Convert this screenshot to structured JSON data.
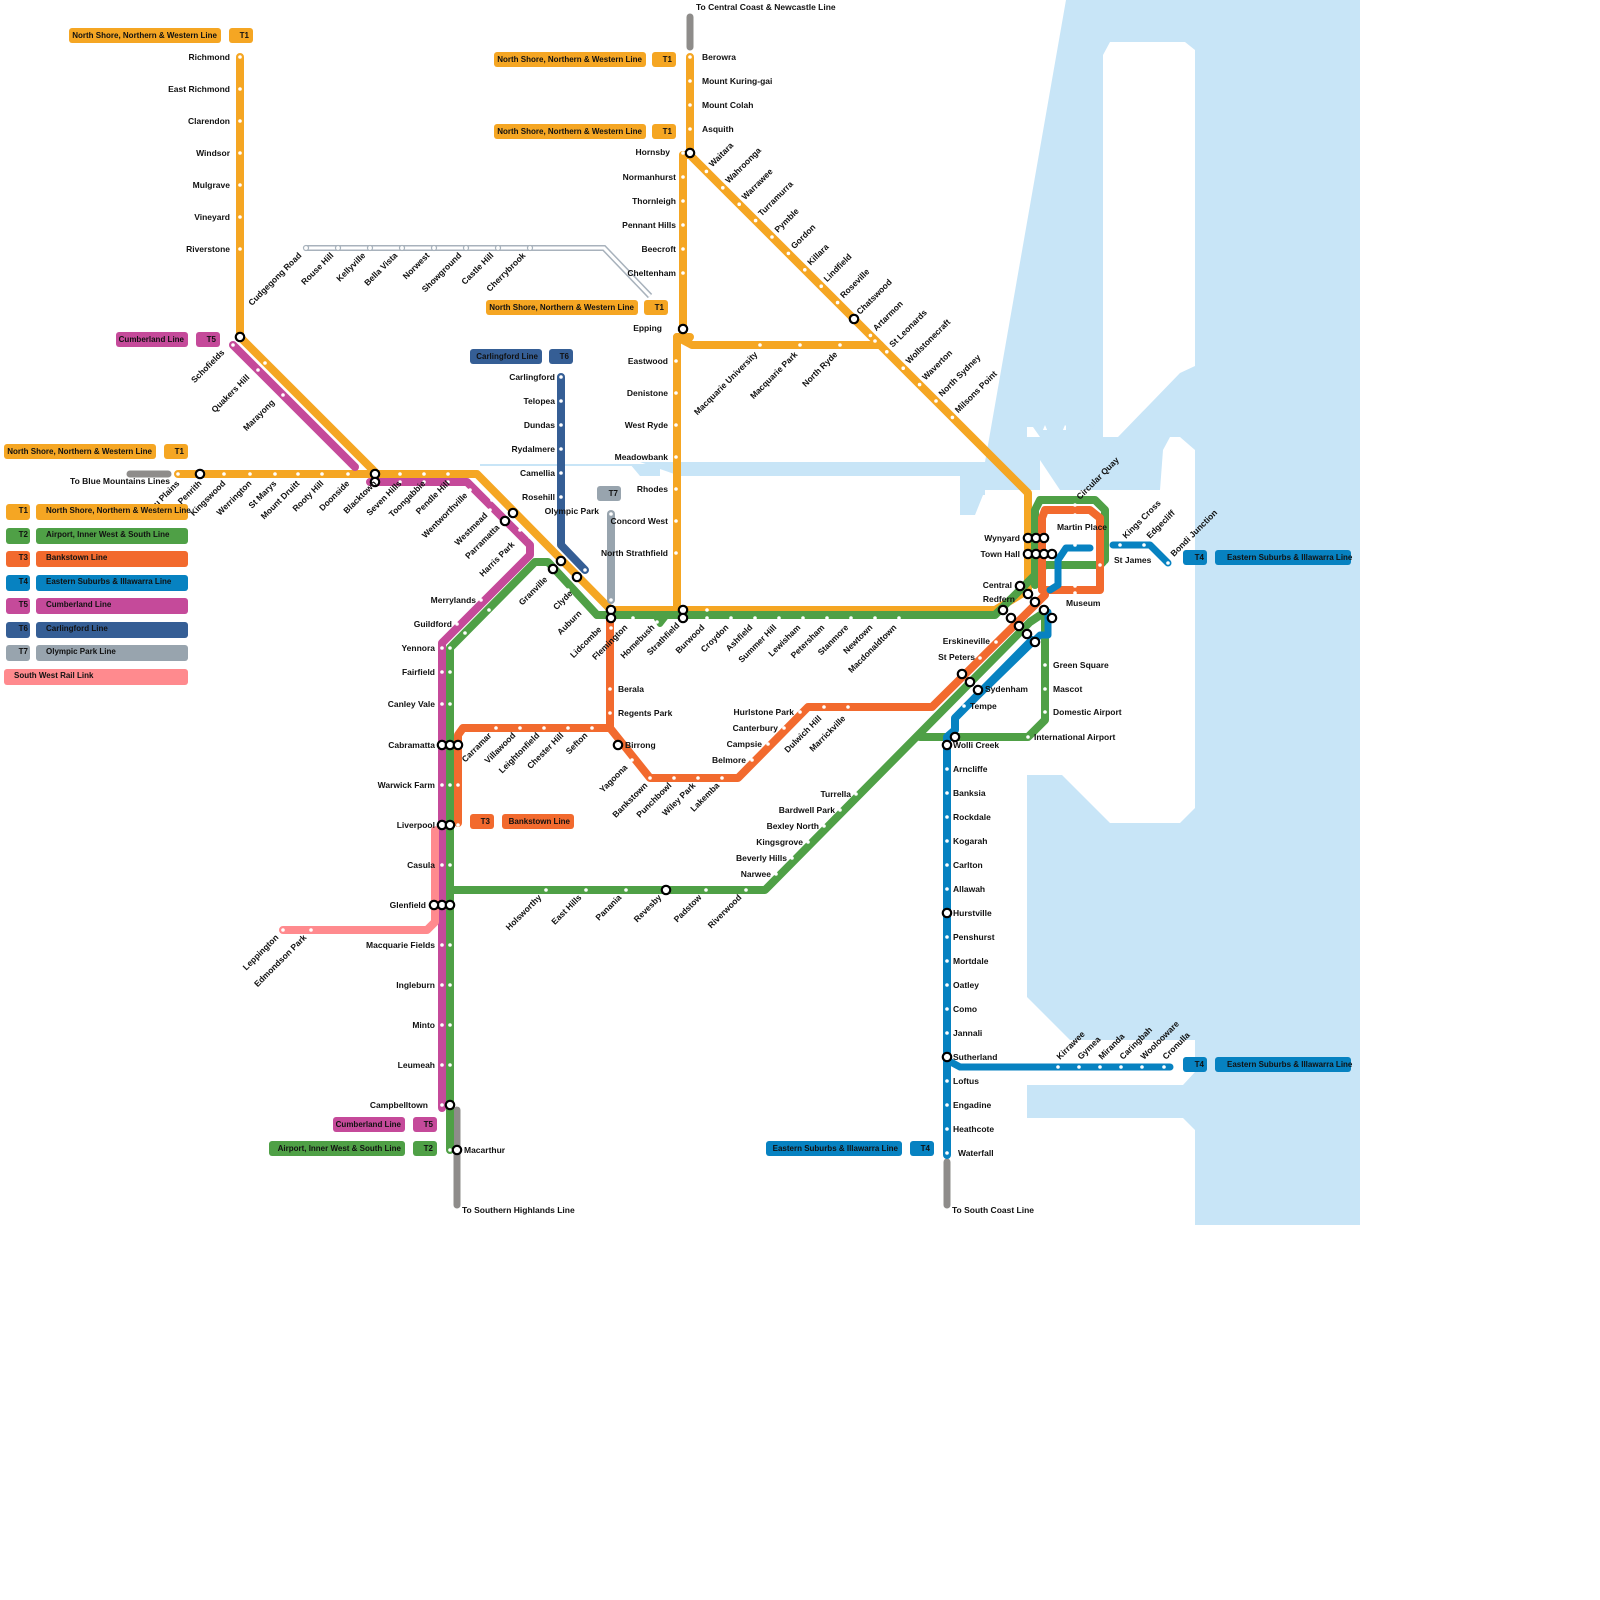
{
  "colors": {
    "T1": "#F5A623",
    "T2": "#4FA046",
    "T3": "#F26A2E",
    "T4": "#0782C1",
    "T5": "#C54A9A",
    "T6": "#355E95",
    "T7": "#98A4AE",
    "SWRL": "#FF8A8E",
    "intercity": "#8E8C8A",
    "metro": "#A8B2BC",
    "water": "#C8E5F7"
  },
  "legend": [
    {
      "code": "T1",
      "name": "North Shore, Northern & Western Line",
      "color_key": "T1"
    },
    {
      "code": "T2",
      "name": "Airport, Inner West & South Line",
      "color_key": "T2"
    },
    {
      "code": "T3",
      "name": "Bankstown Line",
      "color_key": "T3"
    },
    {
      "code": "T4",
      "name": "Eastern Suburbs & Illawarra Line",
      "color_key": "T4"
    },
    {
      "code": "T5",
      "name": "Cumberland Line",
      "color_key": "T5"
    },
    {
      "code": "T6",
      "name": "Carlingford Line",
      "color_key": "T6"
    },
    {
      "code": "T7",
      "name": "Olympic Park Line",
      "color_key": "T7"
    },
    {
      "code": "",
      "name": "South West Rail Link",
      "color_key": "SWRL"
    }
  ],
  "line_badges": [
    {
      "code": "T1",
      "name": "North Shore, Northern & Western Line",
      "color_key": "T1",
      "at": "richmond"
    },
    {
      "code": "T1",
      "name": "North Shore, Northern & Western Line",
      "color_key": "T1",
      "at": "berowra"
    },
    {
      "code": "T1",
      "name": "North Shore, Northern & Western Line",
      "color_key": "T1",
      "at": "asquith"
    },
    {
      "code": "T1",
      "name": "North Shore, Northern & Western Line",
      "color_key": "T1",
      "at": "epping"
    },
    {
      "code": "T1",
      "name": "North Shore, Northern & Western Line",
      "color_key": "T1",
      "at": "emu-plains"
    },
    {
      "code": "T5",
      "name": "Cumberland Line",
      "color_key": "T5",
      "at": "schofields"
    },
    {
      "code": "T6",
      "name": "Carlingford Line",
      "color_key": "T6",
      "at": "carlingford"
    },
    {
      "code": "T7",
      "name": "",
      "color_key": "T7",
      "at": "olympic-park"
    },
    {
      "code": "T3",
      "name": "Bankstown Line",
      "color_key": "T3",
      "at": "liverpool"
    },
    {
      "code": "T5",
      "name": "Cumberland Line",
      "color_key": "T5",
      "at": "campbelltown"
    },
    {
      "code": "T2",
      "name": "Airport, Inner West & South Line",
      "color_key": "T2",
      "at": "macarthur"
    },
    {
      "code": "T4",
      "name": "Eastern Suburbs & Illawarra Line",
      "color_key": "T4",
      "at": "waterfall"
    },
    {
      "code": "T4",
      "name": "Eastern Suburbs & Illawarra Line",
      "color_key": "T4",
      "at": "bondi-junction"
    },
    {
      "code": "T4",
      "name": "Eastern Suburbs & Illawarra Line",
      "color_key": "T4",
      "at": "cronulla"
    }
  ],
  "continuations": [
    {
      "text": "To Central Coast & Newcastle Line"
    },
    {
      "text": "To Blue Mountains Lines"
    },
    {
      "text": "To Southern Highlands Line"
    },
    {
      "text": "To South Coast Line"
    }
  ],
  "stations": {
    "t1_richmond_branch": [
      "Richmond",
      "East Richmond",
      "Clarendon",
      "Windsor",
      "Mulgrave",
      "Vineyard",
      "Riverstone"
    ],
    "t1_western": [
      "Emu Plains",
      "Penrith",
      "Kingswood",
      "Werrington",
      "St Marys",
      "Mount Druitt",
      "Rooty Hill",
      "Doonside",
      "Blacktown",
      "Seven Hills",
      "Toongabbie",
      "Pendle Hill",
      "Wentworthville",
      "Westmead",
      "Parramatta",
      "Harris Park",
      "Granville",
      "Clyde",
      "Auburn",
      "Lidcombe",
      "Flemington",
      "Homebush",
      "Strathfield"
    ],
    "t1_schofields": [
      "Schofields",
      "Quakers Hill",
      "Marayong"
    ],
    "t1_northern": [
      "Berowra",
      "Mount Kuring-gai",
      "Mount Colah",
      "Asquith",
      "Hornsby",
      "Normanhurst",
      "Thornleigh",
      "Pennant Hills",
      "Beecroft",
      "Cheltenham",
      "Epping",
      "Eastwood",
      "Denistone",
      "West Ryde",
      "Meadowbank",
      "Rhodes",
      "Concord West",
      "North Strathfield"
    ],
    "t1_north_shore": [
      "Waitara",
      "Wahroonga",
      "Warrawee",
      "Turramurra",
      "Pymble",
      "Gordon",
      "Killara",
      "Lindfield",
      "Roseville",
      "Chatswood",
      "Artarmon",
      "St Leonards",
      "Wollstonecraft",
      "Waverton",
      "North Sydney",
      "Milsons Point"
    ],
    "epping_chatswood": [
      "Macquarie University",
      "Macquarie Park",
      "North Ryde"
    ],
    "metro_northwest": [
      "Cudgegong Road",
      "Rouse Hill",
      "Kellyville",
      "Bella Vista",
      "Norwest",
      "Showground",
      "Castle Hill",
      "Cherrybrook"
    ],
    "inner_west": [
      "Burwood",
      "Croydon",
      "Ashfield",
      "Summer Hill",
      "Lewisham",
      "Petersham",
      "Stanmore",
      "Newtown",
      "Macdonaldtown"
    ],
    "city_circle": [
      "Wynyard",
      "Town Hall",
      "Central",
      "Redfern",
      "Circular Quay",
      "Martin Place",
      "St James",
      "Museum"
    ],
    "t6_carlingford": [
      "Carlingford",
      "Telopea",
      "Dundas",
      "Rydalmere",
      "Camellia",
      "Rosehill"
    ],
    "t7": [
      "Olympic Park"
    ],
    "t5_cumberland": [
      "Merrylands",
      "Guildford",
      "Yennora",
      "Fairfield",
      "Canley Vale",
      "Cabramatta",
      "Warwick Farm",
      "Liverpool",
      "Casula",
      "Glenfield",
      "Macquarie Fields",
      "Ingleburn",
      "Minto",
      "Leumeah",
      "Campbelltown",
      "Macarthur"
    ],
    "t3_bankstown": [
      "Berala",
      "Regents Park",
      "Birrong",
      "Yagoona",
      "Bankstown",
      "Punchbowl",
      "Wiley Park",
      "Lakemba",
      "Belmore",
      "Campsie",
      "Canterbury",
      "Hurlstone Park",
      "Dulwich Hill",
      "Marrickville",
      "Sydenham",
      "St Peters",
      "Erskineville"
    ],
    "t3_liverpool": [
      "Carramar",
      "Villawood",
      "Leightonfield",
      "Chester Hill",
      "Sefton"
    ],
    "t2_east_hills": [
      "Holsworthy",
      "East Hills",
      "Panania",
      "Revesby",
      "Padstow",
      "Riverwood",
      "Narwee",
      "Beverly Hills",
      "Kingsgrove",
      "Bexley North",
      "Bardwell Park",
      "Turrella",
      "Wolli Creek",
      "International Airport",
      "Domestic Airport",
      "Mascot",
      "Green Square"
    ],
    "t4_illawarra": [
      "Tempe",
      "Arncliffe",
      "Banksia",
      "Rockdale",
      "Kogarah",
      "Carlton",
      "Allawah",
      "Hurstville",
      "Penshurst",
      "Mortdale",
      "Oatley",
      "Como",
      "Jannali",
      "Sutherland",
      "Loftus",
      "Engadine",
      "Heathcote",
      "Waterfall"
    ],
    "t4_cronulla": [
      "Kirrawee",
      "Gymea",
      "Miranda",
      "Caringbah",
      "Woolooware",
      "Cronulla"
    ],
    "t4_eastern": [
      "Kings Cross",
      "Edgecliff",
      "Bondi Junction"
    ],
    "swrl": [
      "Leppington",
      "Edmondson Park"
    ]
  }
}
